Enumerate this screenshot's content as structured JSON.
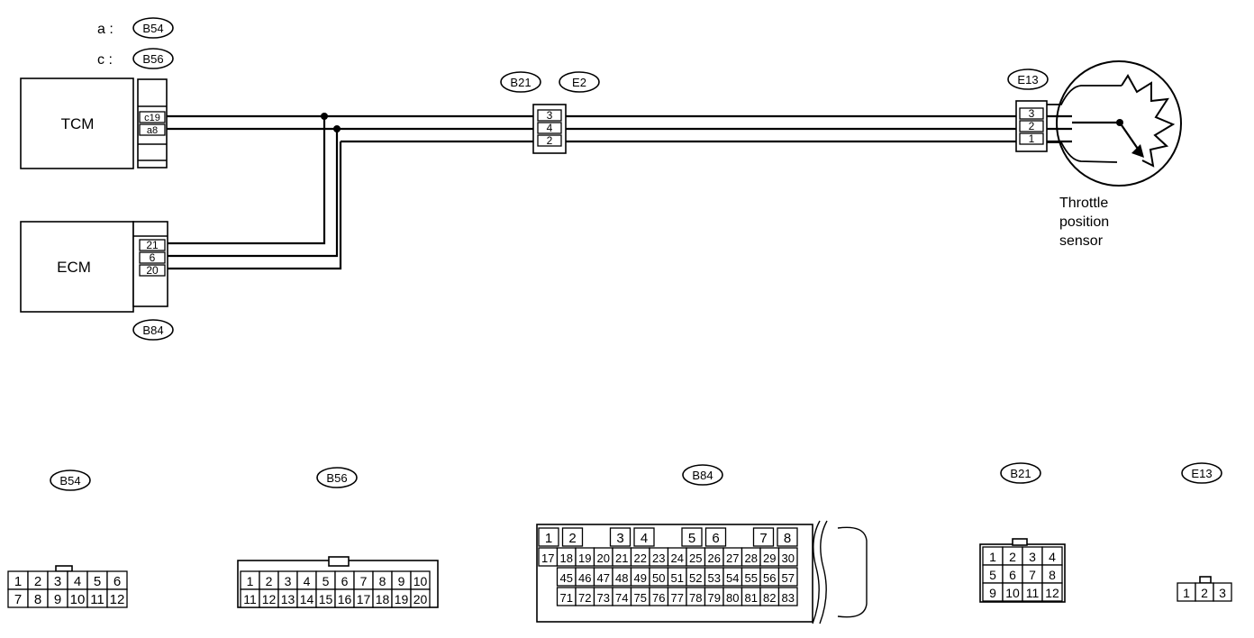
{
  "legend": {
    "a_label": "a :",
    "a_code": "B54",
    "c_label": "c :",
    "c_code": "B56"
  },
  "tcm": {
    "label": "TCM",
    "pins": [
      "c19",
      "a8"
    ]
  },
  "ecm": {
    "label": "ECM",
    "pins": [
      "21",
      "6",
      "20"
    ],
    "connector": "B84"
  },
  "mid_connector": {
    "left_code": "B21",
    "right_code": "E2",
    "pins": [
      "3",
      "4",
      "2"
    ]
  },
  "sensor_connector": {
    "code": "E13",
    "pins": [
      "3",
      "2",
      "1"
    ]
  },
  "sensor_label": [
    "Throttle",
    "position",
    "sensor"
  ],
  "faces": {
    "b54": {
      "code": "B54",
      "rows": [
        [
          "1",
          "2",
          "3",
          "4",
          "5",
          "6"
        ],
        [
          "7",
          "8",
          "9",
          "10",
          "11",
          "12"
        ]
      ]
    },
    "b56": {
      "code": "B56",
      "rows": [
        [
          "1",
          "2",
          "3",
          "4",
          "5",
          "6",
          "7",
          "8",
          "9",
          "10"
        ],
        [
          "11",
          "12",
          "13",
          "14",
          "15",
          "16",
          "17",
          "18",
          "19",
          "20"
        ]
      ]
    },
    "b84": {
      "code": "B84",
      "row1": [
        "1",
        "2",
        "",
        "3",
        "4",
        "",
        "5",
        "6",
        "",
        "7",
        "8"
      ],
      "row2": [
        "17",
        "18",
        "19",
        "20",
        "21",
        "22",
        "23",
        "24",
        "25",
        "26",
        "27",
        "28",
        "29",
        "30"
      ],
      "row3": [
        "45",
        "46",
        "47",
        "48",
        "49",
        "50",
        "51",
        "52",
        "53",
        "54",
        "55",
        "56",
        "57"
      ],
      "row4": [
        "71",
        "72",
        "73",
        "74",
        "75",
        "76",
        "77",
        "78",
        "79",
        "80",
        "81",
        "82",
        "83"
      ]
    },
    "b21": {
      "code": "B21",
      "rows": [
        [
          "1",
          "2",
          "3",
          "4"
        ],
        [
          "5",
          "6",
          "7",
          "8"
        ],
        [
          "9",
          "10",
          "11",
          "12"
        ]
      ]
    },
    "e13": {
      "code": "E13",
      "rows": [
        [
          "1",
          "2",
          "3"
        ]
      ]
    }
  }
}
